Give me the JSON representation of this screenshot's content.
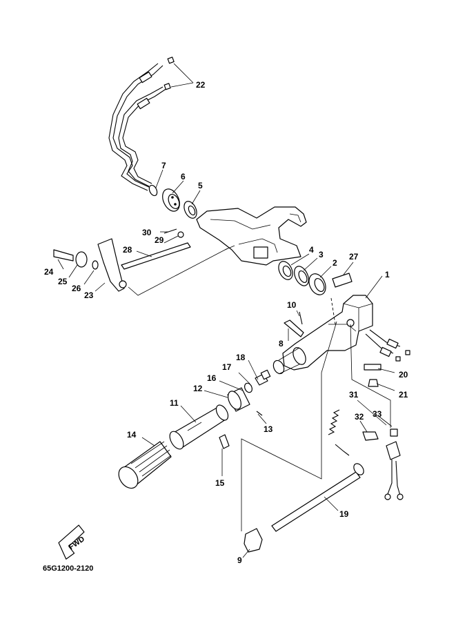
{
  "figure_code": "65G1200-2120",
  "fwd_label": "FWD",
  "callouts": {
    "c1": "1",
    "c2": "2",
    "c3": "3",
    "c4": "4",
    "c5": "5",
    "c6": "6",
    "c7": "7",
    "c8": "8",
    "c9": "9",
    "c10": "10",
    "c11": "11",
    "c12": "12",
    "c13": "13",
    "c14": "14",
    "c15": "15",
    "c16": "16",
    "c17": "17",
    "c18": "18",
    "c19": "19",
    "c20": "20",
    "c21": "21",
    "c22": "22",
    "c23": "23",
    "c24": "24",
    "c25": "25",
    "c26": "26",
    "c27": "27",
    "c28": "28",
    "c29": "29",
    "c30": "30",
    "c31": "31",
    "c32": "32",
    "c33": "33"
  }
}
